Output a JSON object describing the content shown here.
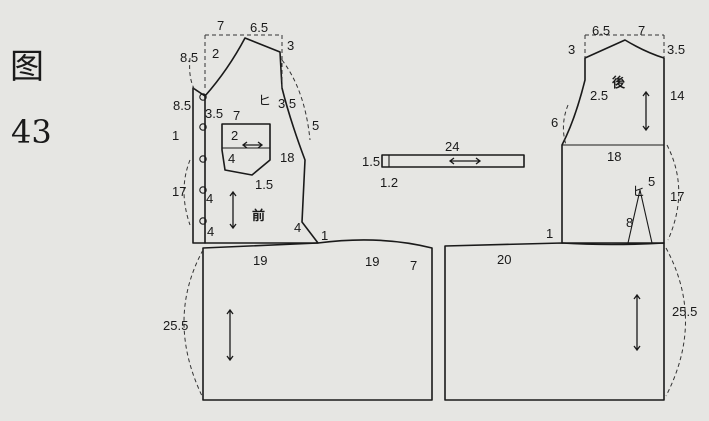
{
  "figure": {
    "title_char": "图",
    "number": "43"
  },
  "front": {
    "label": "前",
    "pocket_mark": "ヒ",
    "dims": {
      "neck_width": "7",
      "shoulder_width": "6.5",
      "shoulder_drop": "3",
      "neck_depth_a": "8.5",
      "neck_curve": "2",
      "top_margin": "8.5",
      "armhole_a": "3.5",
      "armhole_b": "5",
      "pocket_width": "7",
      "pocket_top": "3.5",
      "pocket_flap": "2",
      "pocket_depth": "4",
      "width_18": "18",
      "pocket_slant": "1.5",
      "overlap": "1",
      "side_17": "17",
      "button_gap": "4",
      "hem_4": "4",
      "dart_4": "4",
      "front_right": "1"
    }
  },
  "back": {
    "label": "後",
    "dart_mark": "ヒ",
    "dims": {
      "neck_width": "6.5",
      "shoulder_width": "7",
      "shoulder_drop_left": "3",
      "shoulder_drop_right": "3.5",
      "armhole": "2.5",
      "armhole_depth": "6",
      "side_14": "14",
      "width_18": "18",
      "dart_5": "5",
      "dart_8": "8",
      "side_17": "17",
      "hem_left": "1"
    }
  },
  "belt": {
    "length": "24",
    "width": "1.5",
    "end": "1.2"
  },
  "skirt_front": {
    "width_a": "19",
    "width_b": "19",
    "length": "25.5",
    "corner": "7"
  },
  "skirt_back": {
    "width": "20",
    "length": "25.5"
  }
}
